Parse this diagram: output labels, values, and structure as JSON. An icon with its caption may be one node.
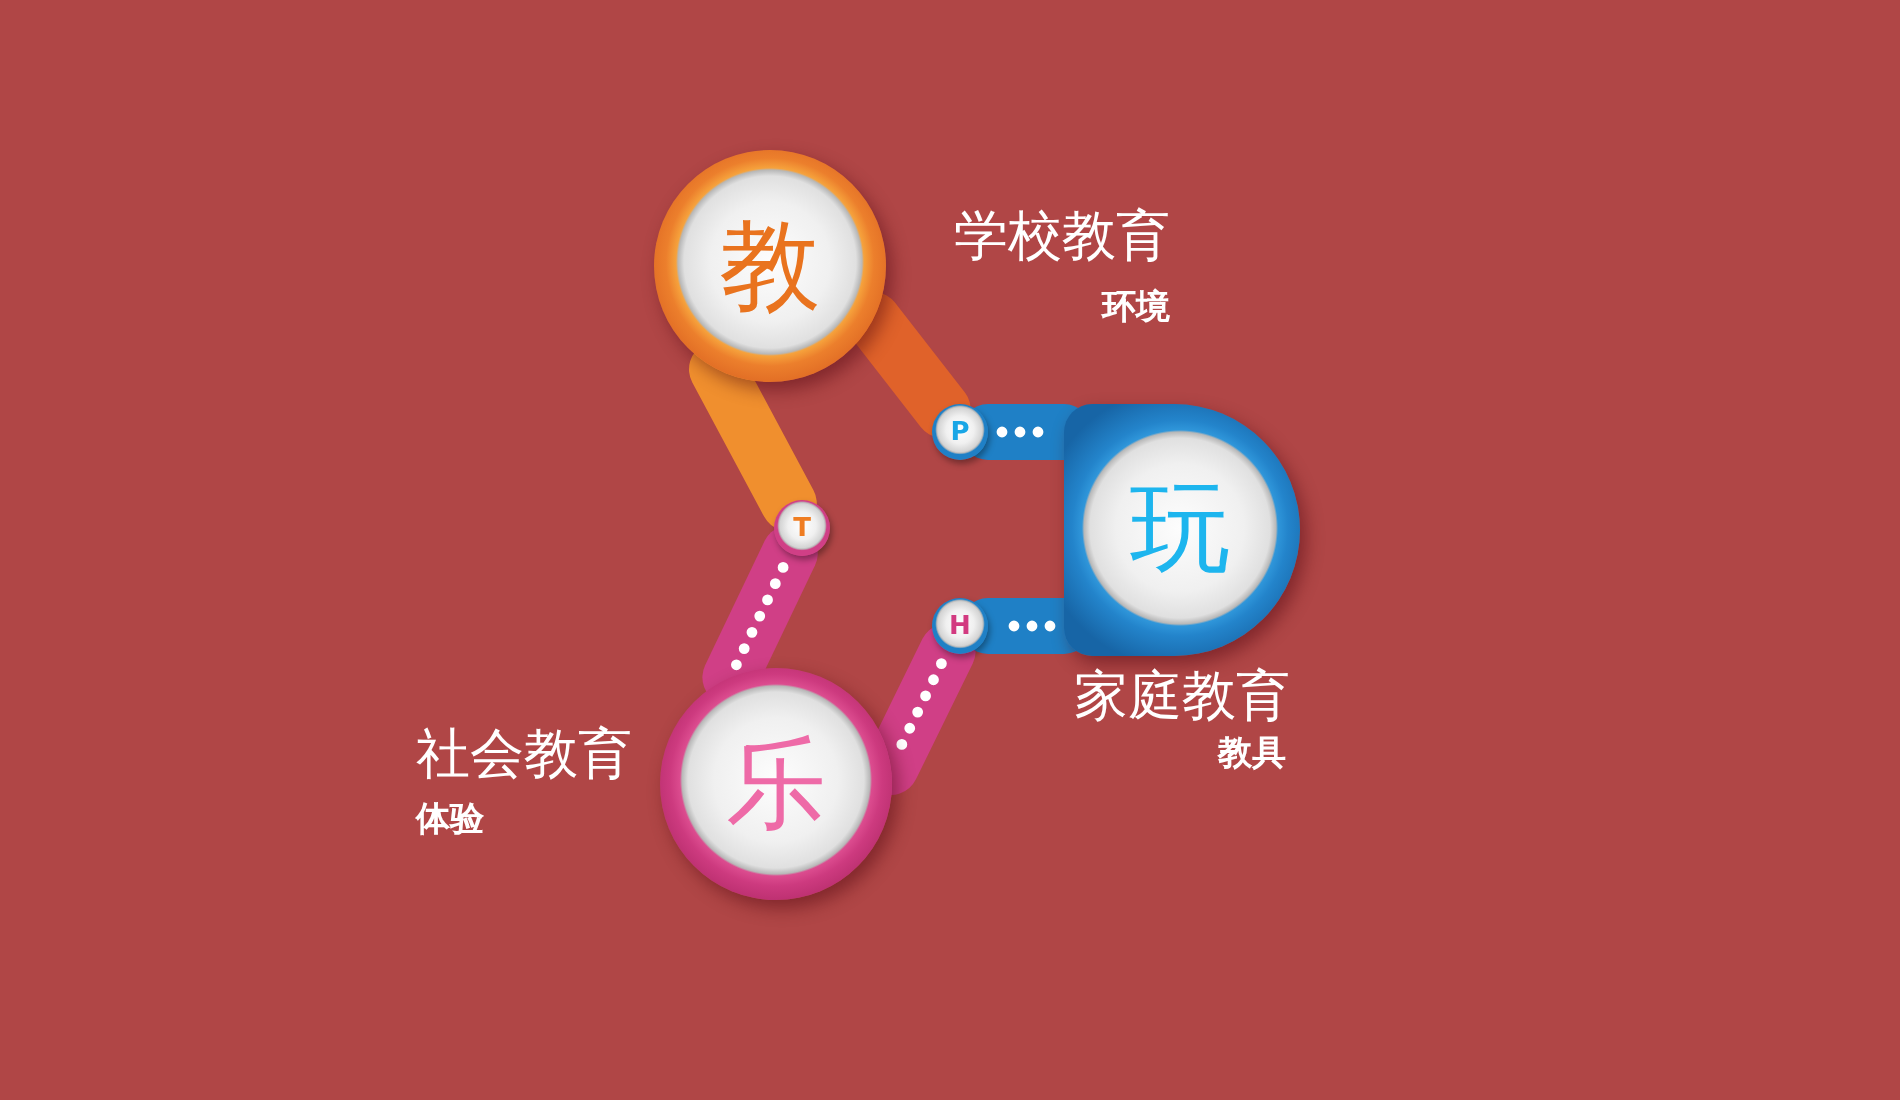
{
  "diagram": {
    "nodes": [
      {
        "text": [
          "教"
        ],
        "beside": [
          "学校教育",
          "环境"
        ]
      },
      {
        "text": [
          "P"
        ]
      },
      {
        "text": [
          "T"
        ]
      },
      {
        "text": [
          "玩"
        ],
        "beside": [
          "家庭教育",
          "教具"
        ]
      },
      {
        "text": [
          "H"
        ]
      },
      {
        "text": [
          "乐"
        ],
        "beside": [
          "社会教育",
          "体验"
        ]
      }
    ],
    "edges": [
      {
        "from": 0,
        "to": 1,
        "arrow": "none",
        "color": "#e0622a"
      },
      {
        "from": 1,
        "to": 3,
        "arrow": "none",
        "color": "#1f80c6"
      },
      {
        "from": 3,
        "to": 4,
        "arrow": "none",
        "color": "#1f80c6"
      },
      {
        "from": 4,
        "to": 5,
        "arrow": "none",
        "color": "#d03f86"
      },
      {
        "from": 5,
        "to": 2,
        "arrow": "none",
        "color": "#d03f86"
      },
      {
        "from": 2,
        "to": 0,
        "arrow": "none",
        "color": "#f08f2e"
      }
    ]
  }
}
